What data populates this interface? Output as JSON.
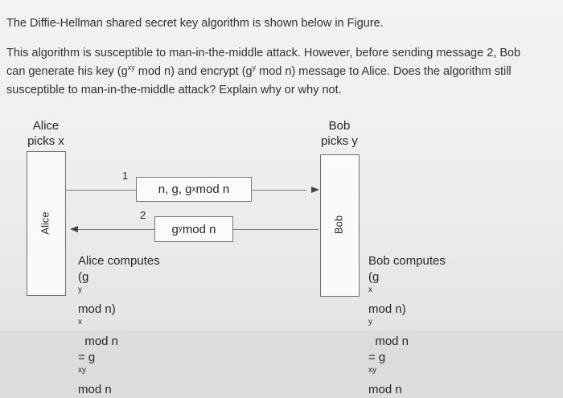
{
  "question": {
    "line1": "The Diffie-Hellman shared secret key algorithm is shown below in Figure.",
    "line2": "This algorithm is susceptible to man-in-the-middle attack. However, before sending message 2, Bob",
    "line3_a": "can generate his key (g",
    "line3_sup1": "xy",
    "line3_b": " mod n) and encrypt (g",
    "line3_sup2": "y",
    "line3_c": " mod n) message to Alice. Does the algorithm still",
    "line4": "susceptible to man-in-the-middle attack? Explain why or why not."
  },
  "figure": {
    "alice_top_1": "Alice",
    "alice_top_2": "picks x",
    "bob_top_1": "Bob",
    "bob_top_2": "picks y",
    "alice_box_label": "Alice",
    "bob_box_label": "Bob",
    "msg1_number": "1",
    "msg1_text_a": "n, g, g",
    "msg1_text_sup": "x",
    "msg1_text_b": " mod n",
    "msg2_number": "2",
    "msg2_text_a": "g",
    "msg2_text_sup": "y",
    "msg2_text_b": " mod n",
    "alice_comp_title": "Alice computes",
    "alice_comp_l2_a": "(g",
    "alice_comp_l2_sup1": "y",
    "alice_comp_l2_b": " mod n)",
    "alice_comp_l2_sup2": "x",
    "alice_comp_l2_c": "  mod n",
    "alice_comp_l3_a": "= g",
    "alice_comp_l3_sup": "xy",
    "alice_comp_l3_b": " mod n",
    "bob_comp_title": "Bob computes",
    "bob_comp_l2_a": "(g",
    "bob_comp_l2_sup1": "x",
    "bob_comp_l2_b": " mod n)",
    "bob_comp_l2_sup2": "y",
    "bob_comp_l2_c": "  mod n",
    "bob_comp_l3_a": "= g",
    "bob_comp_l3_sup": "xy",
    "bob_comp_l3_b": " mod n"
  }
}
